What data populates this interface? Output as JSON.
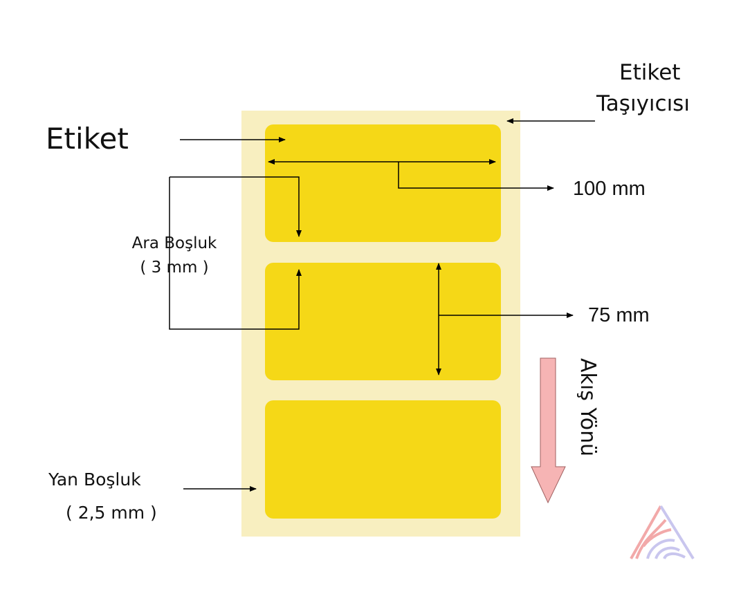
{
  "labels": {
    "etiket": "Etiket",
    "carrier_line1": "Etiket",
    "carrier_line2": "Taşıyıcısı",
    "width": "100 mm",
    "height": "75 mm",
    "gap_title": "Ara Boşluk",
    "gap_value": "( 3 mm )",
    "side_title": "Yan Boşluk",
    "side_value": "( 2,5 mm )",
    "flow": "Akış Yönü"
  },
  "colors": {
    "carrier": "#f8efc0",
    "label": "#f5d817",
    "flow_arrow": "#f6b4b4",
    "logo_red": "#f2a9a9",
    "logo_blue": "#c9c6ee"
  },
  "icons": {
    "flow_arrow": "arrow-down",
    "logo": "brand-logo"
  }
}
